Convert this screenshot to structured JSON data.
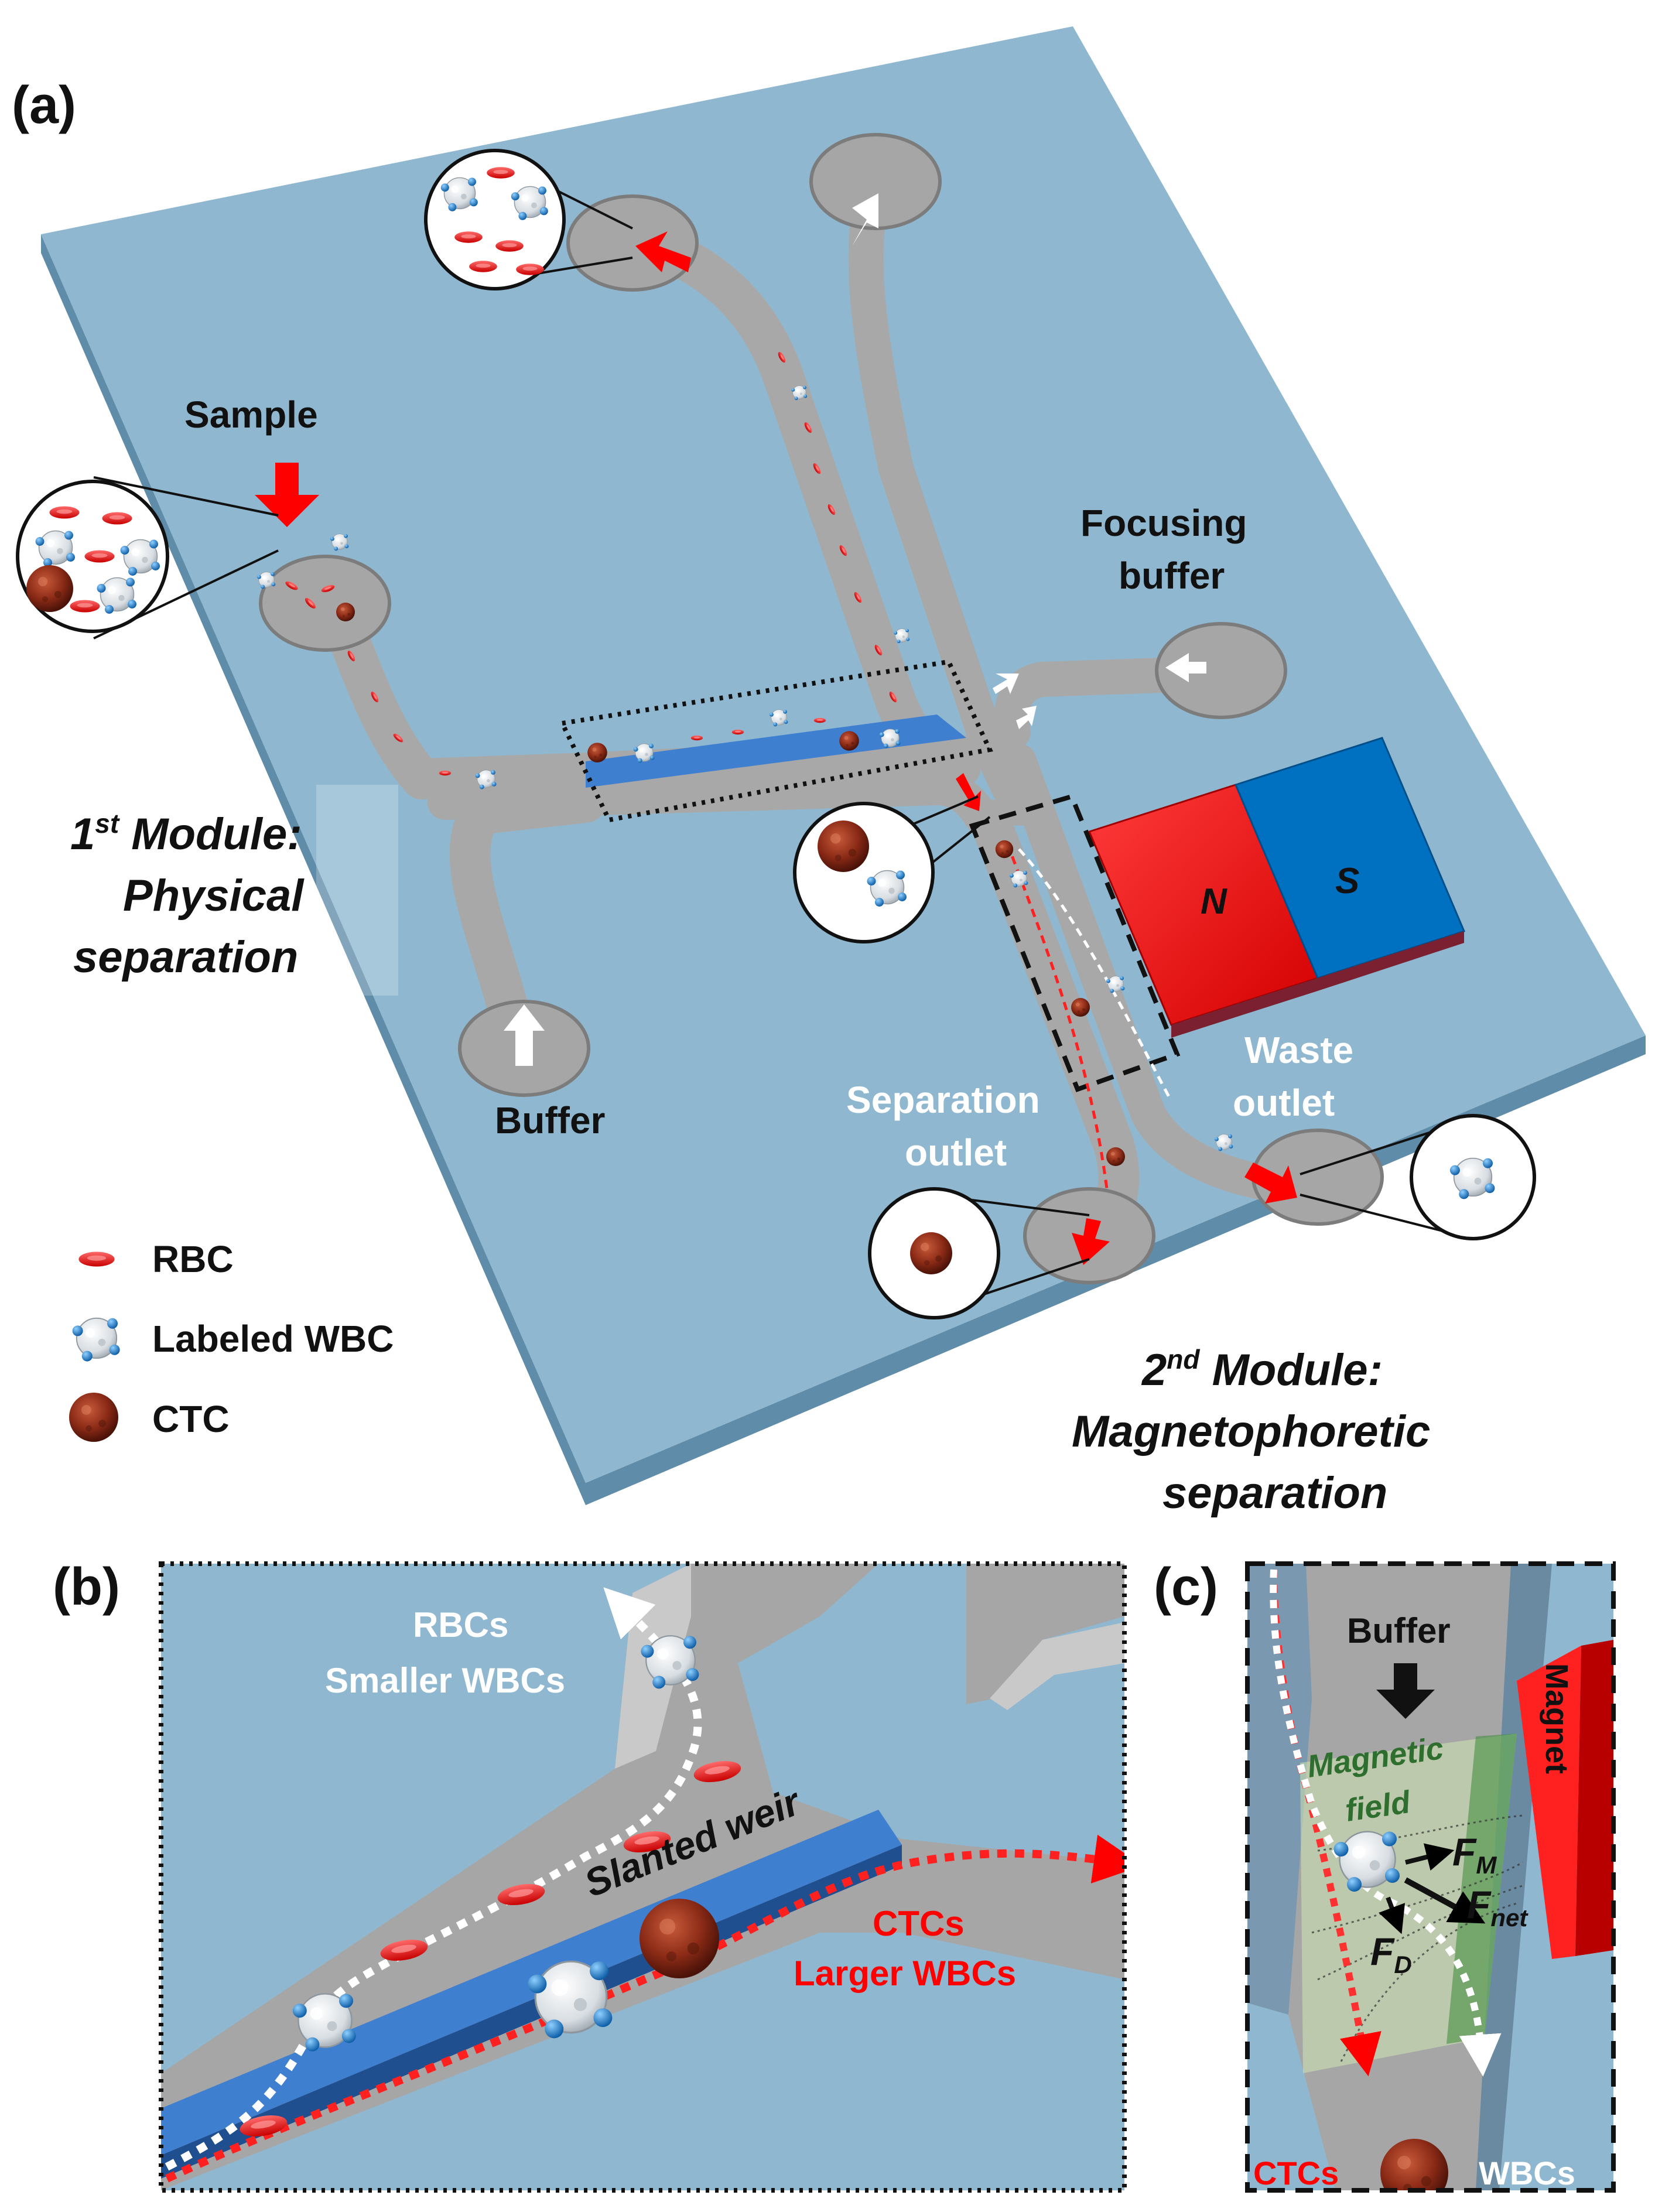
{
  "panels": {
    "a": "(a)",
    "b": "(b)",
    "c": "(c)"
  },
  "panel_a": {
    "sample": "Sample",
    "focusing_buffer_1": "Focusing",
    "focusing_buffer_2": "buffer",
    "module1_line1_sup": "st",
    "module1_line1_num": "1",
    "module1_line1_rest": " Module:",
    "module1_line2": "Physical",
    "module1_line3": "separation",
    "buffer": "Buffer",
    "separation_outlet_1": "Separation",
    "separation_outlet_2": "outlet",
    "waste_outlet_1": "Waste",
    "waste_outlet_2": "outlet",
    "magnet_n": "N",
    "magnet_s": "S",
    "module2_num": "2",
    "module2_sup": "nd",
    "module2_rest": " Module:",
    "module2_line2": "Magnetophoretic",
    "module2_line3": "separation"
  },
  "legend": {
    "rbc": "RBC",
    "wbc": "Labeled WBC",
    "ctc": "CTC"
  },
  "panel_b": {
    "rbcs": "RBCs",
    "smaller_wbcs": "Smaller WBCs",
    "slanted_weir": "Slanted weir",
    "ctcs": "CTCs",
    "larger_wbcs": "Larger WBCs"
  },
  "panel_c": {
    "buffer": "Buffer",
    "magnet": "Magnet",
    "magnetic": "Magnetic",
    "field": "field",
    "fm": "F",
    "fm_sub": "M",
    "fnet": "F",
    "fnet_sub": "net",
    "fd": "F",
    "fd_sub": "D",
    "ctcs": "CTCs",
    "wbcs": "WBCs"
  },
  "colors": {
    "chip": "#8fb8d0",
    "chip_edge": "#5e8aa5",
    "channel": "#a6a6a6",
    "red": "#ff0000",
    "magnet_s": "#0070c0",
    "weir": "#2f6fc0",
    "field_green": "#3a8a3a"
  }
}
